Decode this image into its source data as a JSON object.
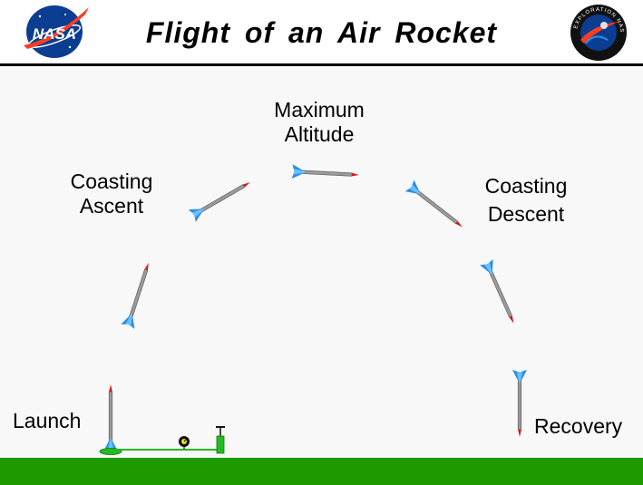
{
  "header": {
    "title": "Flight of an Air Rocket",
    "left_logo_text": "NASA",
    "right_logo_text": "EXPLORATION NASA"
  },
  "stages": {
    "launch": "Launch",
    "ascent_line1": "Coasting",
    "ascent_line2": "Ascent",
    "max_line1": "Maximum",
    "max_line2": "Altitude",
    "descent_line1": "Coasting",
    "descent_line2": "Descent",
    "recovery": "Recovery"
  },
  "colors": {
    "background": "#f8f8f8",
    "ground": "#1d9a00",
    "rocket_body": "#9a9a9a",
    "rocket_fin": "#2a8fe0",
    "rocket_nose": "#e01010",
    "launcher": "#22bb22"
  },
  "icons": {
    "left_logo": "nasa-meatball-logo",
    "right_logo": "exploration-logo",
    "rocket": "air-rocket-icon",
    "gauge": "pressure-gauge-icon",
    "pump": "air-pump-icon"
  }
}
